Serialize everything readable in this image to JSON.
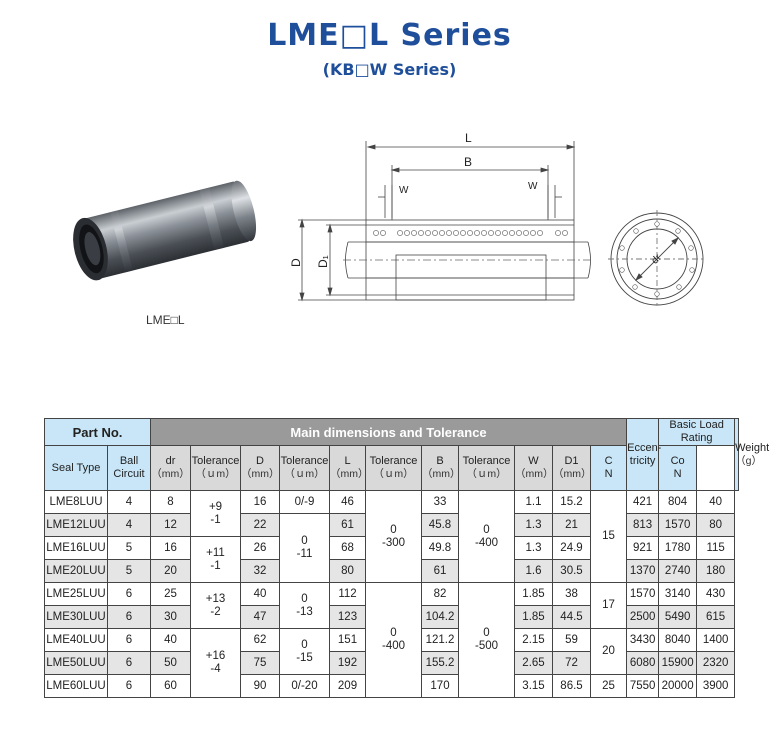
{
  "header": {
    "title": "LME□L Series",
    "subtitle": "(KB□W Series)"
  },
  "photo": {
    "label": "LME□L"
  },
  "drawing": {
    "label_L": "L",
    "label_B": "B",
    "label_W": "W",
    "label_D": "D",
    "label_D1": "D₁",
    "label_dr": "dr"
  },
  "table": {
    "part_no": "Part No.",
    "main_dims": "Main dimensions and Tolerance",
    "eccentricity": "Eccen-tricity",
    "basic_load": "Basic Load Rating",
    "weight": "Weight",
    "weight_unit": "（g）",
    "col_seal": "Seal Type",
    "col_ball": "Ball Circuit",
    "col_dr": "dr",
    "col_tol": "Tolerance",
    "col_D": "D",
    "col_L": "L",
    "col_B": "B",
    "col_W": "W",
    "col_D1": "D1",
    "col_C": "C",
    "col_Co": "Co",
    "unit_mm": "（mm）",
    "unit_um": "（ｕm）",
    "unit_N": "N",
    "rows": [
      {
        "seal": "LME8LUU",
        "ball": "4",
        "dr": "8",
        "D": "16",
        "L": "46",
        "B": "33",
        "W": "1.1",
        "D1": "15.2",
        "C": "421",
        "Co": "804",
        "wt": "40"
      },
      {
        "seal": "LME12LUU",
        "ball": "4",
        "dr": "12",
        "D": "22",
        "L": "61",
        "B": "45.8",
        "W": "1.3",
        "D1": "21",
        "C": "813",
        "Co": "1570",
        "wt": "80"
      },
      {
        "seal": "LME16LUU",
        "ball": "5",
        "dr": "16",
        "D": "26",
        "L": "68",
        "B": "49.8",
        "W": "1.3",
        "D1": "24.9",
        "C": "921",
        "Co": "1780",
        "wt": "115"
      },
      {
        "seal": "LME20LUU",
        "ball": "5",
        "dr": "20",
        "D": "32",
        "L": "80",
        "B": "61",
        "W": "1.6",
        "D1": "30.5",
        "C": "1370",
        "Co": "2740",
        "wt": "180"
      },
      {
        "seal": "LME25LUU",
        "ball": "6",
        "dr": "25",
        "D": "40",
        "L": "112",
        "B": "82",
        "W": "1.85",
        "D1": "38",
        "C": "1570",
        "Co": "3140",
        "wt": "430"
      },
      {
        "seal": "LME30LUU",
        "ball": "6",
        "dr": "30",
        "D": "47",
        "L": "123",
        "B": "104.2",
        "W": "1.85",
        "D1": "44.5",
        "C": "2500",
        "Co": "5490",
        "wt": "615"
      },
      {
        "seal": "LME40LUU",
        "ball": "6",
        "dr": "40",
        "D": "62",
        "L": "151",
        "B": "121.2",
        "W": "2.15",
        "D1": "59",
        "C": "3430",
        "Co": "8040",
        "wt": "1400"
      },
      {
        "seal": "LME50LUU",
        "ball": "6",
        "dr": "50",
        "D": "75",
        "L": "192",
        "B": "155.2",
        "W": "2.65",
        "D1": "72",
        "C": "6080",
        "Co": "15900",
        "wt": "2320"
      },
      {
        "seal": "LME60LUU",
        "ball": "6",
        "dr": "60",
        "D": "90",
        "L": "209",
        "B": "170",
        "W": "3.15",
        "D1": "86.5",
        "C": "7550",
        "Co": "20000",
        "wt": "3900"
      }
    ],
    "tol_dr": [
      {
        "a": "+9",
        "b": "-1"
      },
      {
        "a": "+11",
        "b": "-1"
      },
      {
        "a": "+13",
        "b": "-2"
      },
      {
        "a": "+16",
        "b": "-4"
      }
    ],
    "tol_D": {
      "first": "0/-9",
      "g1a": "0",
      "g1b": "-11",
      "g2a": "0",
      "g2b": "-13",
      "g3a": "0",
      "g3b": "-15",
      "last": "0/-20"
    },
    "tol_L": [
      {
        "a": "0",
        "b": "-300"
      },
      {
        "a": "0",
        "b": "-400"
      }
    ],
    "tol_B": [
      {
        "a": "0",
        "b": "-400"
      },
      {
        "a": "0",
        "b": "-500"
      }
    ],
    "ecc": [
      "15",
      "17",
      "20",
      "25"
    ]
  }
}
